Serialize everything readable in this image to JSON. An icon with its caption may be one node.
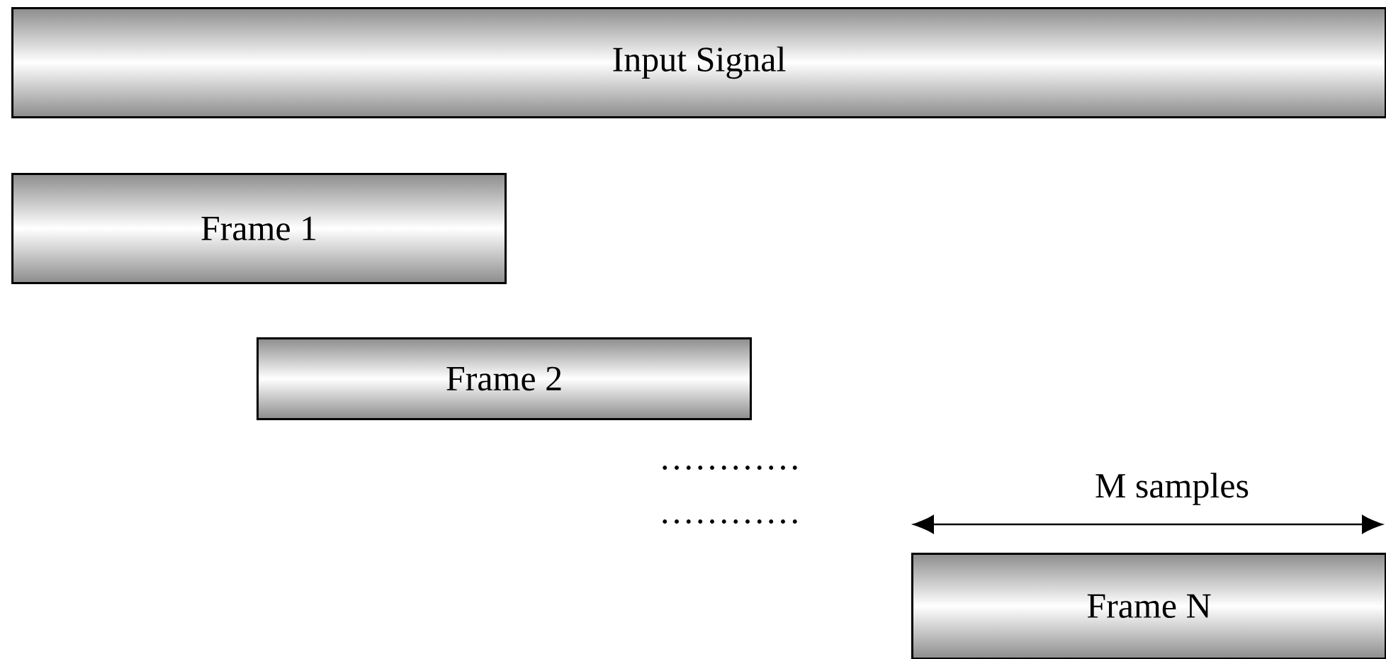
{
  "diagram": {
    "nodes": [
      {
        "text": [
          "Input Signal"
        ]
      },
      {
        "text": [
          "Frame 1"
        ]
      },
      {
        "text": [
          "Frame 2"
        ]
      },
      {
        "text": [
          "Frame N"
        ]
      }
    ],
    "edges": [],
    "labels": [
      "…………",
      "M samples",
      "…………"
    ]
  }
}
